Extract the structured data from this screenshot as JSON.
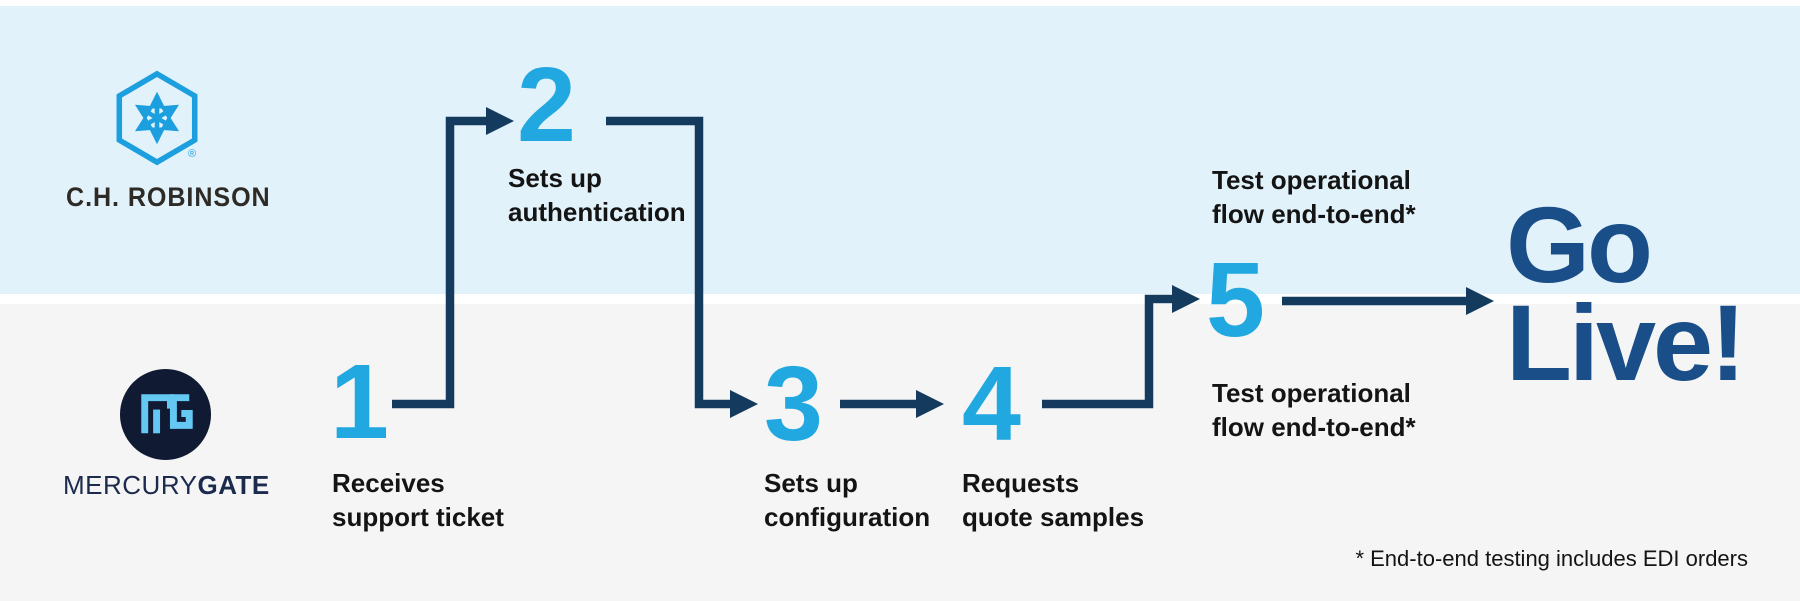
{
  "companies": {
    "chrobinson": {
      "wordmark": "C.H. ROBINSON",
      "registered_mark": "®"
    },
    "mercurygate": {
      "wordmark_regular": "MERCURY",
      "wordmark_bold": "GATE"
    }
  },
  "steps": [
    {
      "number": "1",
      "label": "Receives\nsupport ticket"
    },
    {
      "number": "2",
      "label": "Sets up\nauthentication"
    },
    {
      "number": "3",
      "label": "Sets up\nconfiguration"
    },
    {
      "number": "4",
      "label": "Requests\nquote samples"
    },
    {
      "number": "5",
      "label_top": "Test operational\nflow end-to-end*",
      "label_bottom": "Test operational\nflow end-to-end*"
    }
  ],
  "goal": {
    "text": "Go\nLive!"
  },
  "footnote": "* End-to-end testing includes EDI orders",
  "colors": {
    "band_top_blue": "#E2F2FA",
    "band_bottom_gray": "#F5F5F6",
    "step_number_blue": "#21A8E1",
    "arrow_navy": "#143A5E",
    "go_live_navy": "#1A4E88",
    "label_black": "#141414",
    "chr_logo_blue": "#1C9FDE",
    "chr_text_charcoal": "#2E2B27",
    "mg_circle_navy": "#101A33",
    "mg_monogram_blue": "#64C8F2",
    "mg_wordmark_navy": "#1C2B4D"
  }
}
